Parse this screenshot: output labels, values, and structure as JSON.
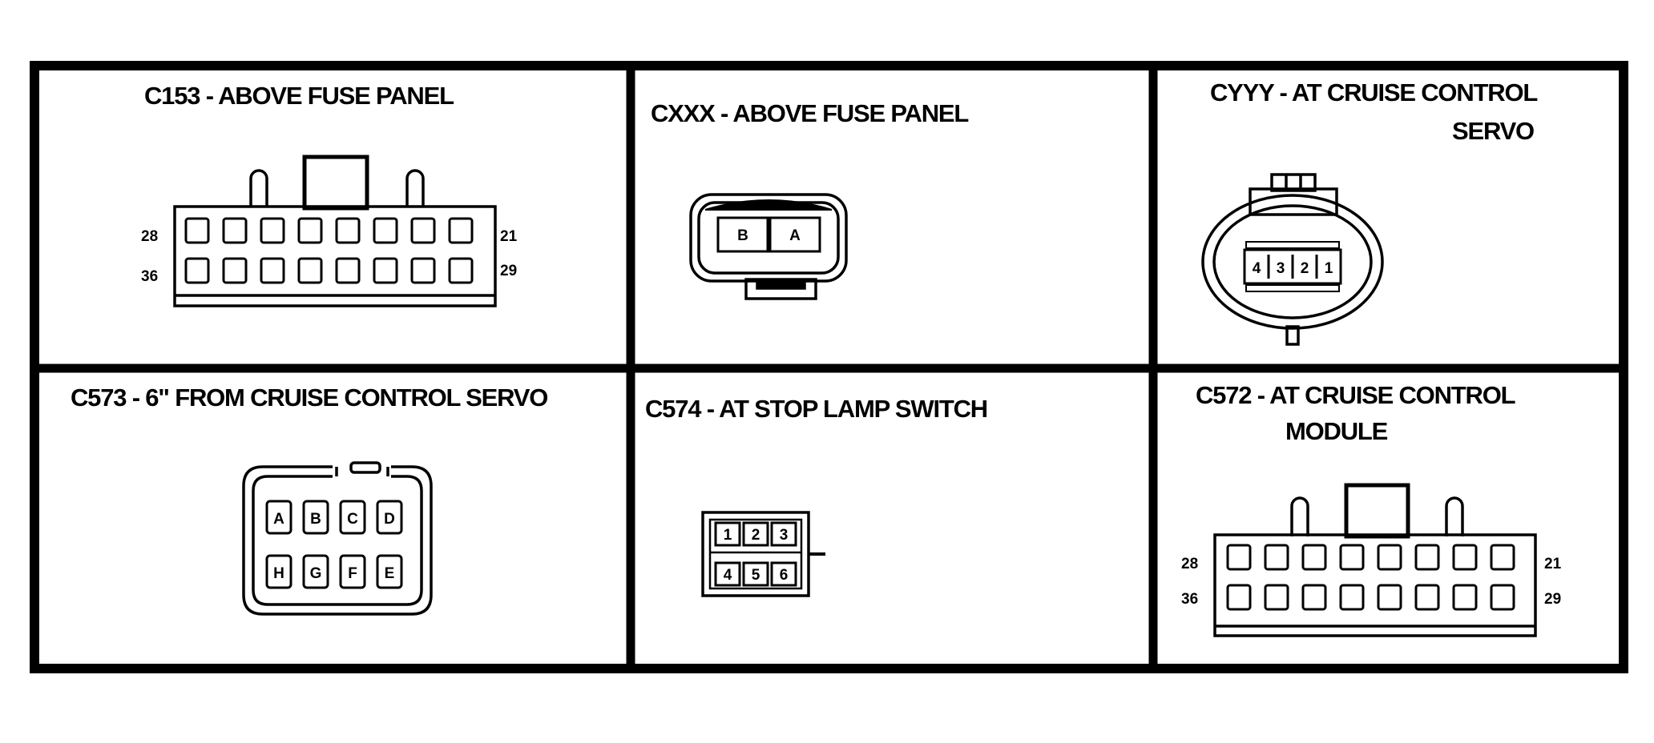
{
  "connectors": [
    {
      "id": "C153",
      "title": "C153 - ABOVE FUSE PANEL",
      "edge_labels": {
        "top_left": "28",
        "top_right": "21",
        "bottom_left": "36",
        "bottom_right": "29"
      }
    },
    {
      "id": "CXXX",
      "title": "CXXX - ABOVE FUSE PANEL",
      "pins": [
        "B",
        "A"
      ]
    },
    {
      "id": "CYYY",
      "title_line1": "CYYY - AT CRUISE CONTROL",
      "title_line2": "SERVO",
      "pins": [
        "4",
        "3",
        "2",
        "1"
      ]
    },
    {
      "id": "C573",
      "title": "C573 - 6\" FROM CRUISE CONTROL SERVO",
      "pins_top": [
        "A",
        "B",
        "C",
        "D"
      ],
      "pins_bottom": [
        "H",
        "G",
        "F",
        "E"
      ]
    },
    {
      "id": "C574",
      "title": "C574 - AT STOP LAMP SWITCH",
      "pins_top": [
        "1",
        "2",
        "3"
      ],
      "pins_bottom": [
        "4",
        "5",
        "6"
      ]
    },
    {
      "id": "C572",
      "title_line1": "C572 - AT CRUISE CONTROL",
      "title_line2": "MODULE",
      "edge_labels": {
        "top_left": "28",
        "top_right": "21",
        "bottom_left": "36",
        "bottom_right": "29"
      }
    }
  ]
}
